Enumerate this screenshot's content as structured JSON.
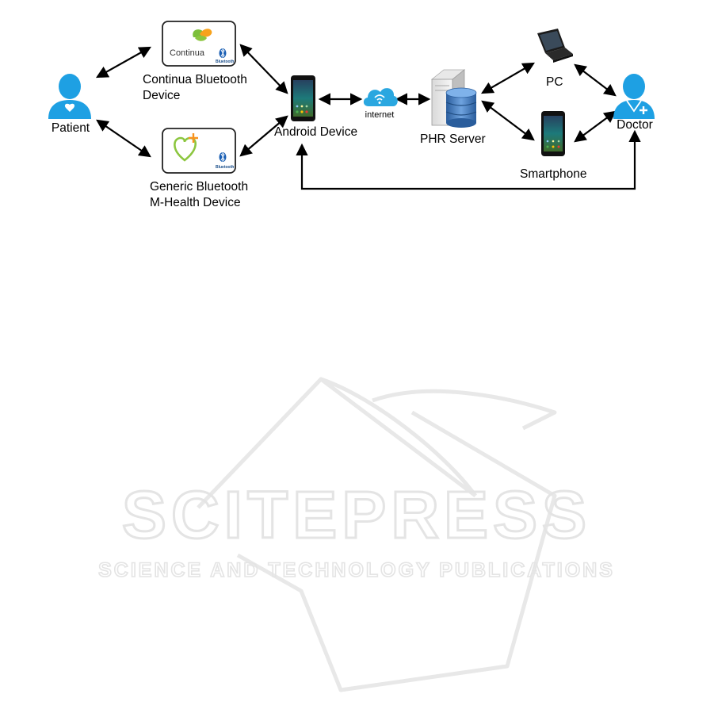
{
  "nodes": {
    "patient": "Patient",
    "continua_device_line1": "Continua Bluetooth",
    "continua_device_line2": "Device",
    "continua_logo_text": "Continua",
    "generic_device_line1": "Generic Bluetooth",
    "generic_device_line2": "M-Health Device",
    "bluetooth_mark": "Bluetooth",
    "android": "Android Device",
    "internet": "internet",
    "phr_server": "PHR Server",
    "pc": "PC",
    "smartphone": "Smartphone",
    "doctor": "Doctor"
  },
  "watermark": {
    "title": "SCITEPRESS",
    "subtitle": "SCIENCE AND TECHNOLOGY PUBLICATIONS"
  },
  "colors": {
    "person_blue": "#1ea0e3",
    "heart_green": "#8cc63f",
    "plus_orange": "#f7931e",
    "bluetooth_blue": "#1a5fb4",
    "arrow": "#000000",
    "watermark": "#e4e4e4"
  },
  "icons": [
    "patient-icon",
    "doctor-icon",
    "continua-logo-icon",
    "heart-plus-icon",
    "bluetooth-icon",
    "android-phone-icon",
    "cloud-wifi-icon",
    "server-database-icon",
    "laptop-icon",
    "smartphone-icon"
  ]
}
